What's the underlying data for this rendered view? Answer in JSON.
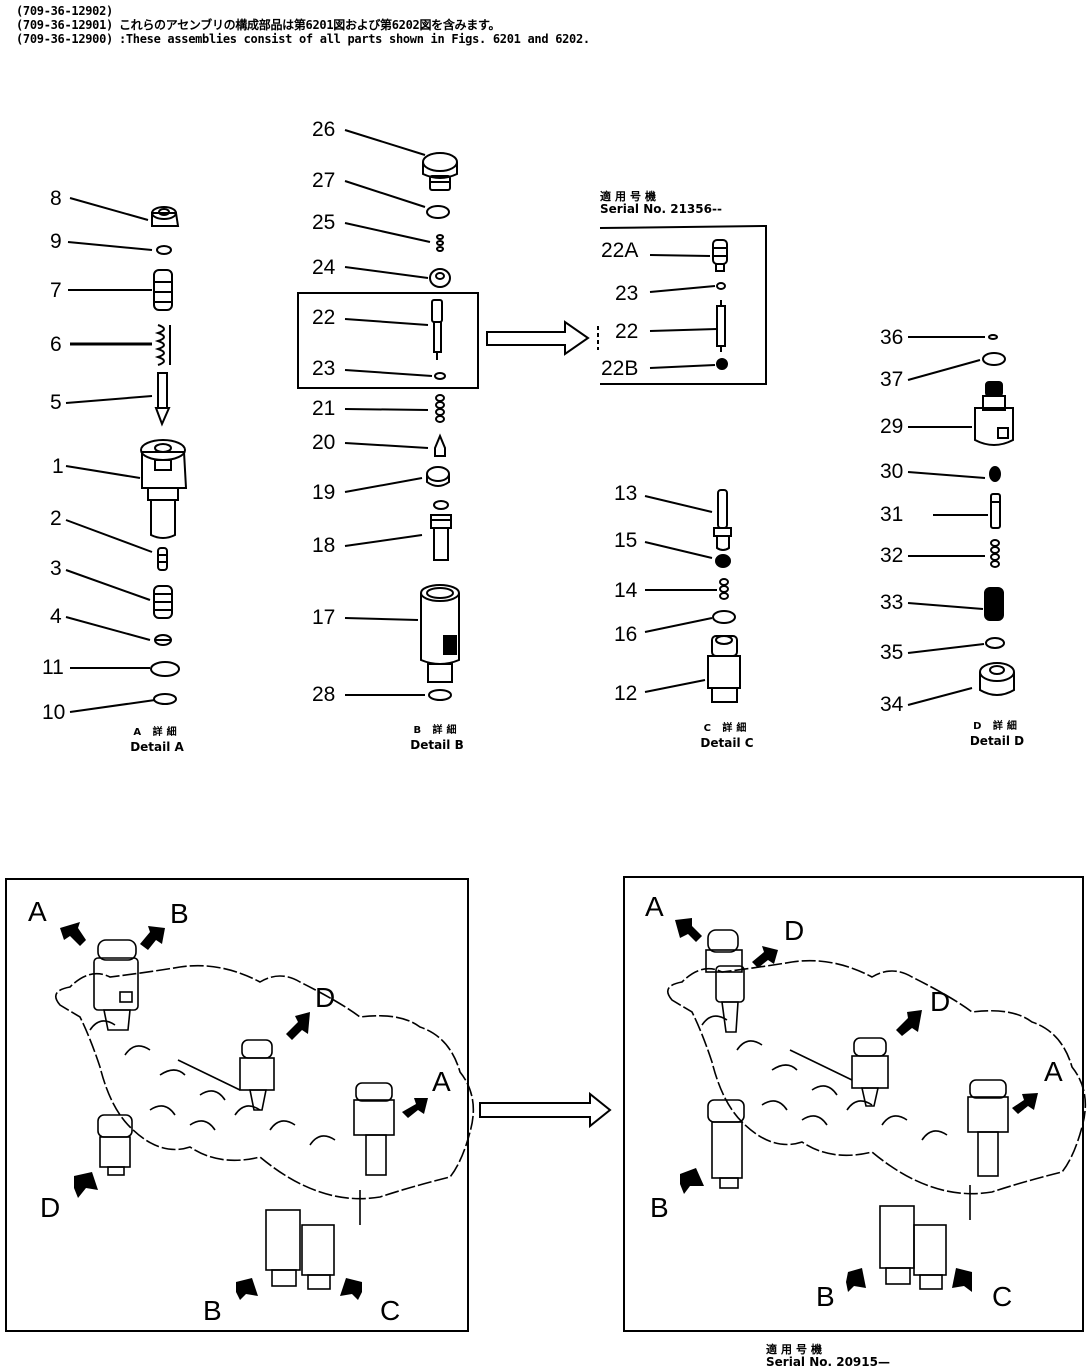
{
  "header": {
    "part_numbers": [
      "(709-36-12902)",
      "(709-36-12901)",
      "(709-36-12900)"
    ],
    "note_japanese": "これらのアセンブリの構成部品は第6201図および第6202図を含みます。",
    "note_english": ":These assemblies consist of all parts shown in Figs. 6201 and 6202."
  },
  "details": {
    "A": {
      "caption_jp": "A 詳細",
      "caption": "Detail A",
      "callouts": [
        "8",
        "9",
        "7",
        "6",
        "5",
        "1",
        "2",
        "3",
        "4",
        "11",
        "10"
      ]
    },
    "B": {
      "caption_jp": "B 詳細",
      "caption": "Detail B",
      "callouts": [
        "26",
        "27",
        "25",
        "24",
        "22",
        "23",
        "21",
        "20",
        "19",
        "18",
        "17",
        "28"
      ]
    },
    "B_inset": {
      "serial_jp": "適用号機",
      "serial": "Serial No. 21356--",
      "callouts": [
        "22A",
        "23",
        "22",
        "22B"
      ]
    },
    "C": {
      "caption_jp": "C 詳細",
      "caption": "Detail C",
      "callouts": [
        "13",
        "15",
        "14",
        "16",
        "12"
      ]
    },
    "D": {
      "caption_jp": "D 詳細",
      "caption": "Detail D",
      "callouts": [
        "36",
        "37",
        "29",
        "30",
        "31",
        "32",
        "33",
        "35",
        "34"
      ]
    }
  },
  "assembly_views": {
    "left": {
      "labels": [
        "A",
        "B",
        "D",
        "A",
        "D",
        "B",
        "C"
      ]
    },
    "right": {
      "labels": [
        "A",
        "D",
        "D",
        "A",
        "B",
        "B",
        "C"
      ],
      "serial_jp": "適用号機",
      "serial": "Serial No. 20915—"
    }
  },
  "colors": {
    "ink": "#000000",
    "paper": "#ffffff"
  }
}
